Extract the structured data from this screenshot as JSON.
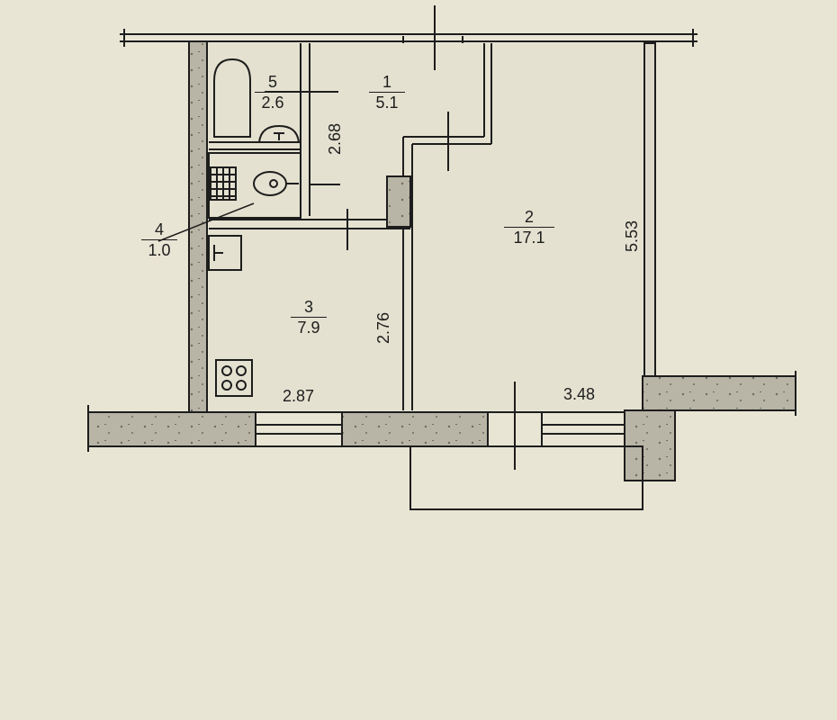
{
  "plan": {
    "colors": {
      "paper": "#e9e5d4",
      "wall_fill": "#b5b2a4",
      "line": "#1d1d1d",
      "floor": "#e4e1d0"
    },
    "rooms": [
      {
        "id": "5",
        "number": "5",
        "area": "2.6"
      },
      {
        "id": "1",
        "number": "1",
        "area": "5.1"
      },
      {
        "id": "2",
        "number": "2",
        "area": "17.1"
      },
      {
        "id": "3",
        "number": "3",
        "area": "7.9"
      },
      {
        "id": "4",
        "number": "4",
        "area": "1.0"
      }
    ],
    "dimensions": {
      "bath_side": "2.68",
      "room_side": "5.53",
      "kitchen_side": "2.76",
      "kitchen_width": "2.87",
      "room_width": "3.48"
    }
  }
}
